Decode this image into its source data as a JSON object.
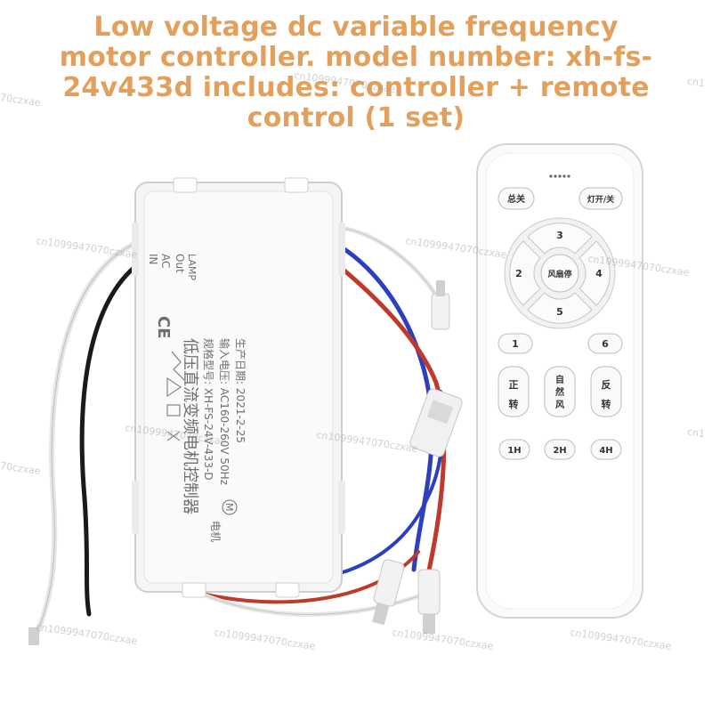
{
  "headline": "Low voltage dc variable frequency motor controller. model number: xh-fs-24v433d includes: controller + remote control (1 set)",
  "watermark": "cn1099947070czxae",
  "watermark_fragments": {
    "left_edge_1": "70czxae",
    "left_edge_2": "70czxae",
    "right_edge_1": "cn1",
    "right_edge_2": "cn1"
  },
  "controller": {
    "label_out": "Out",
    "label_lamp": "LAMP",
    "label_in": "IN",
    "label_ac": "AC",
    "ce_mark": "CE",
    "title_cn": "低压直流变频电机控制器",
    "model_line": "规格型号: XH-FS-24V-433-D",
    "input_line": "输入电压: AC160-260V 50Hz",
    "date_line": "生产日期: 2021-2-25",
    "mark_m": "M",
    "brand": "电机"
  },
  "remote": {
    "btn_power_off": "总关",
    "btn_light": "灯开/关",
    "btn_up": "3",
    "btn_left": "2",
    "btn_center": "风扇停",
    "btn_right": "4",
    "btn_down": "5",
    "btn_speed1": "1",
    "btn_speed6": "6",
    "btn_forward_1": "正",
    "btn_forward_2": "转",
    "btn_natural_1": "自",
    "btn_natural_2": "然",
    "btn_natural_3": "风",
    "btn_reverse_1": "反",
    "btn_reverse_2": "转",
    "btn_1h": "1H",
    "btn_2h": "2H",
    "btn_4h": "4H"
  },
  "colors": {
    "headline": "#e3a05c",
    "wire_blue": "#2c3fbf",
    "wire_red": "#c0392b",
    "wire_black": "#1a1a1a",
    "wire_white": "#e8e8e8"
  }
}
